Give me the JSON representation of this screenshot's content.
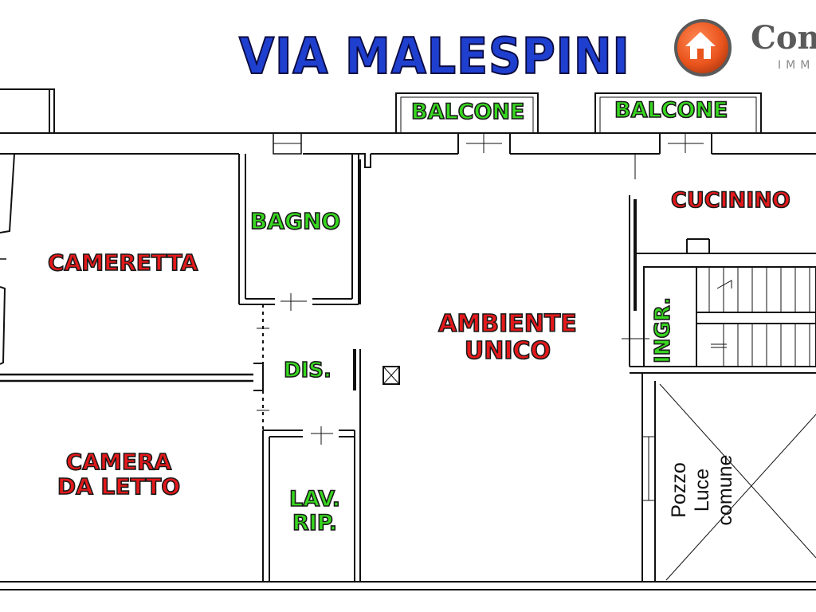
{
  "title": "VIA MALESPINI",
  "logo": {
    "name": "Com",
    "sub": "IMM",
    "icon": "house-icon",
    "color": "#e9531c"
  },
  "colors": {
    "walls": "#111111",
    "label_red": "#e4191b",
    "label_green": "#37d81f",
    "title_blue": "#1f3fcf"
  },
  "rooms": {
    "balcone_left": "BALCONE",
    "balcone_right": "BALCONE",
    "bagno": "BAGNO",
    "cameretta": "CAMERETTA",
    "cucinino": "CUCININO",
    "ambiente_unico": [
      "AMBIENTE",
      "UNICO"
    ],
    "ingresso": "INGR.",
    "disimpegno": "DIS.",
    "camera_da_letto": [
      "CAMERA",
      "DA LETTO"
    ],
    "lavanderia": [
      "LAV.",
      "RIP."
    ],
    "pozzo_luce": [
      "Pozzo Luce",
      "comune"
    ]
  }
}
